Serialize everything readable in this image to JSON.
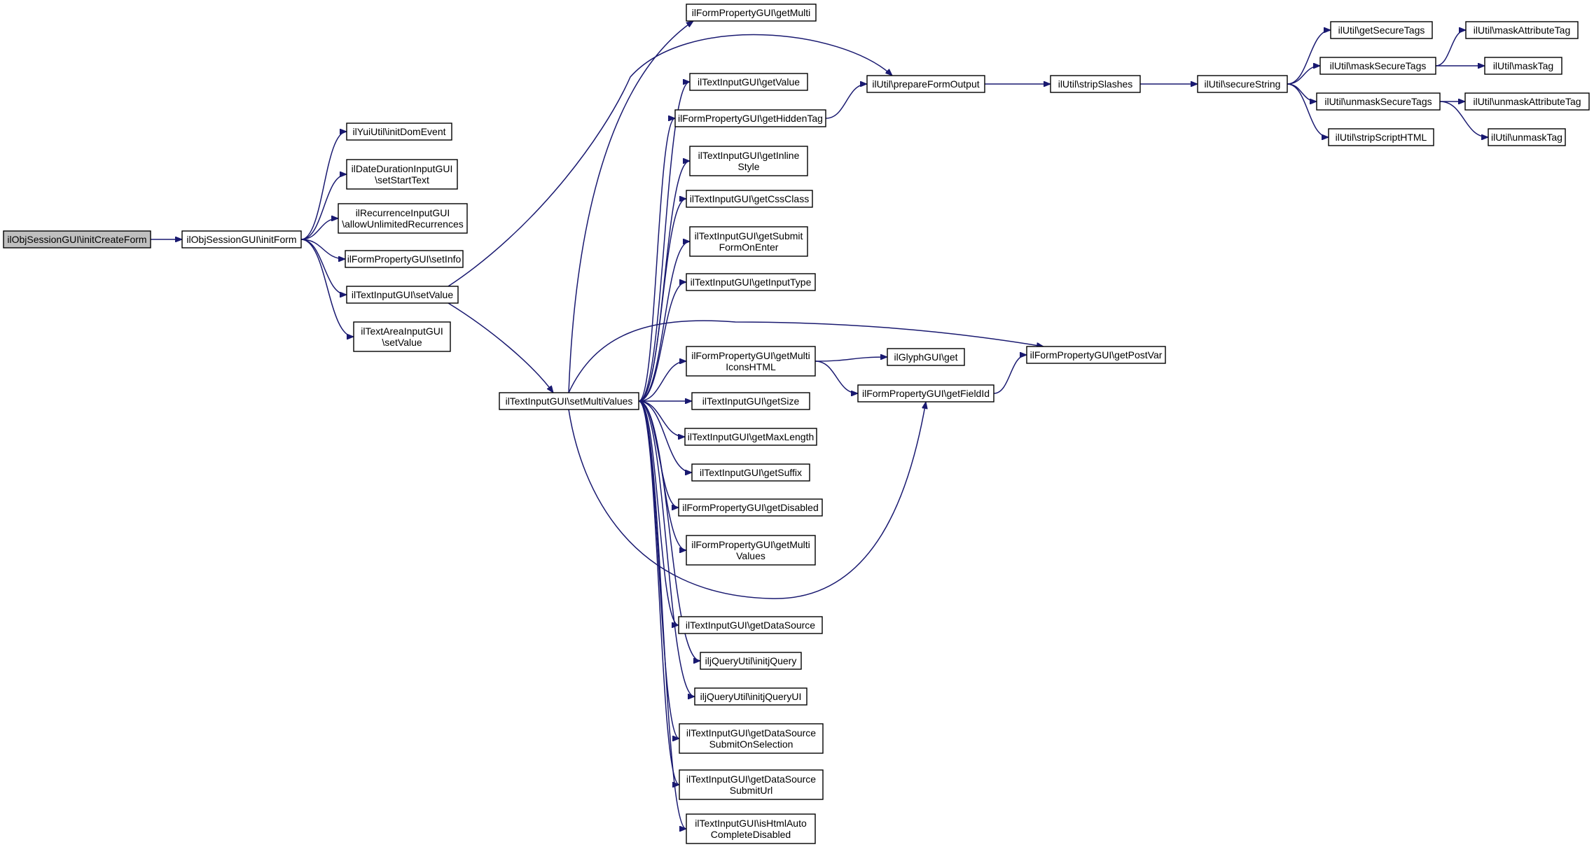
{
  "colors": {
    "edge": "#191970",
    "node_border": "#000000",
    "root_fill": "#bfbfbf",
    "background": "#ffffff"
  },
  "nodes": [
    {
      "id": "n0",
      "lines": [
        "ilObjSessionGUI\\initCreateForm"
      ],
      "root": true
    },
    {
      "id": "n1",
      "lines": [
        "ilObjSessionGUI\\initForm"
      ]
    },
    {
      "id": "n2",
      "lines": [
        "ilYuiUtil\\initDomEvent"
      ]
    },
    {
      "id": "n3",
      "lines": [
        "ilDateDurationInputGUI",
        "\\setStartText"
      ]
    },
    {
      "id": "n4",
      "lines": [
        "ilRecurrenceInputGUI",
        "\\allowUnlimitedRecurrences"
      ]
    },
    {
      "id": "n5",
      "lines": [
        "ilFormPropertyGUI\\setInfo"
      ]
    },
    {
      "id": "n6",
      "lines": [
        "ilTextInputGUI\\setValue"
      ]
    },
    {
      "id": "n7",
      "lines": [
        "ilTextAreaInputGUI",
        "\\setValue"
      ]
    },
    {
      "id": "n8",
      "lines": [
        "ilTextInputGUI\\setMultiValues"
      ]
    },
    {
      "id": "n9",
      "lines": [
        "ilFormPropertyGUI\\getMulti"
      ]
    },
    {
      "id": "n10",
      "lines": [
        "ilTextInputGUI\\getValue"
      ]
    },
    {
      "id": "n11",
      "lines": [
        "ilFormPropertyGUI\\getHiddenTag"
      ]
    },
    {
      "id": "n12",
      "lines": [
        "ilTextInputGUI\\getInline",
        "Style"
      ]
    },
    {
      "id": "n13",
      "lines": [
        "ilTextInputGUI\\getCssClass"
      ]
    },
    {
      "id": "n14",
      "lines": [
        "ilTextInputGUI\\getSubmit",
        "FormOnEnter"
      ]
    },
    {
      "id": "n15",
      "lines": [
        "ilTextInputGUI\\getInputType"
      ]
    },
    {
      "id": "n16",
      "lines": [
        "ilFormPropertyGUI\\getMulti",
        "IconsHTML"
      ]
    },
    {
      "id": "n17",
      "lines": [
        "ilTextInputGUI\\getSize"
      ]
    },
    {
      "id": "n18",
      "lines": [
        "ilTextInputGUI\\getMaxLength"
      ]
    },
    {
      "id": "n19",
      "lines": [
        "ilTextInputGUI\\getSuffix"
      ]
    },
    {
      "id": "n20",
      "lines": [
        "ilFormPropertyGUI\\getDisabled"
      ]
    },
    {
      "id": "n21",
      "lines": [
        "ilFormPropertyGUI\\getMulti",
        "Values"
      ]
    },
    {
      "id": "n22",
      "lines": [
        "ilTextInputGUI\\getDataSource"
      ]
    },
    {
      "id": "n23",
      "lines": [
        "iljQueryUtil\\initjQuery"
      ]
    },
    {
      "id": "n24",
      "lines": [
        "iljQueryUtil\\initjQueryUI"
      ]
    },
    {
      "id": "n25",
      "lines": [
        "ilTextInputGUI\\getDataSource",
        "SubmitOnSelection"
      ]
    },
    {
      "id": "n26",
      "lines": [
        "ilTextInputGUI\\getDataSource",
        "SubmitUrl"
      ]
    },
    {
      "id": "n27",
      "lines": [
        "ilTextInputGUI\\isHtmlAuto",
        "CompleteDisabled"
      ]
    },
    {
      "id": "n28",
      "lines": [
        "ilUtil\\prepareFormOutput"
      ]
    },
    {
      "id": "n29",
      "lines": [
        "ilGlyphGUI\\get"
      ]
    },
    {
      "id": "n30",
      "lines": [
        "ilFormPropertyGUI\\getFieldId"
      ]
    },
    {
      "id": "n31",
      "lines": [
        "ilFormPropertyGUI\\getPostVar"
      ]
    },
    {
      "id": "n32",
      "lines": [
        "ilUtil\\stripSlashes"
      ]
    },
    {
      "id": "n33",
      "lines": [
        "ilUtil\\secureString"
      ]
    },
    {
      "id": "n34",
      "lines": [
        "ilUtil\\getSecureTags"
      ]
    },
    {
      "id": "n35",
      "lines": [
        "ilUtil\\maskSecureTags"
      ]
    },
    {
      "id": "n36",
      "lines": [
        "ilUtil\\unmaskSecureTags"
      ]
    },
    {
      "id": "n37",
      "lines": [
        "ilUtil\\stripScriptHTML"
      ]
    },
    {
      "id": "n38",
      "lines": [
        "ilUtil\\maskAttributeTag"
      ]
    },
    {
      "id": "n39",
      "lines": [
        "ilUtil\\maskTag"
      ]
    },
    {
      "id": "n40",
      "lines": [
        "ilUtil\\unmaskAttributeTag"
      ]
    },
    {
      "id": "n41",
      "lines": [
        "ilUtil\\unmaskTag"
      ]
    }
  ],
  "edges": [
    [
      "n0",
      "n1"
    ],
    [
      "n1",
      "n2"
    ],
    [
      "n1",
      "n3"
    ],
    [
      "n1",
      "n4"
    ],
    [
      "n1",
      "n5"
    ],
    [
      "n1",
      "n6"
    ],
    [
      "n1",
      "n7"
    ],
    [
      "n6",
      "n8"
    ],
    [
      "n6",
      "n28"
    ],
    [
      "n8",
      "n9"
    ],
    [
      "n8",
      "n10"
    ],
    [
      "n8",
      "n11"
    ],
    [
      "n8",
      "n12"
    ],
    [
      "n8",
      "n13"
    ],
    [
      "n8",
      "n14"
    ],
    [
      "n8",
      "n15"
    ],
    [
      "n8",
      "n31"
    ],
    [
      "n8",
      "n16"
    ],
    [
      "n8",
      "n17"
    ],
    [
      "n8",
      "n18"
    ],
    [
      "n8",
      "n19"
    ],
    [
      "n8",
      "n20"
    ],
    [
      "n8",
      "n21"
    ],
    [
      "n8",
      "n30"
    ],
    [
      "n8",
      "n22"
    ],
    [
      "n8",
      "n23"
    ],
    [
      "n8",
      "n24"
    ],
    [
      "n8",
      "n25"
    ],
    [
      "n8",
      "n26"
    ],
    [
      "n8",
      "n27"
    ],
    [
      "n11",
      "n28"
    ],
    [
      "n16",
      "n29"
    ],
    [
      "n16",
      "n30"
    ],
    [
      "n30",
      "n31"
    ],
    [
      "n28",
      "n32"
    ],
    [
      "n32",
      "n33"
    ],
    [
      "n33",
      "n34"
    ],
    [
      "n33",
      "n35"
    ],
    [
      "n33",
      "n36"
    ],
    [
      "n33",
      "n37"
    ],
    [
      "n35",
      "n38"
    ],
    [
      "n35",
      "n39"
    ],
    [
      "n36",
      "n40"
    ],
    [
      "n36",
      "n41"
    ]
  ]
}
